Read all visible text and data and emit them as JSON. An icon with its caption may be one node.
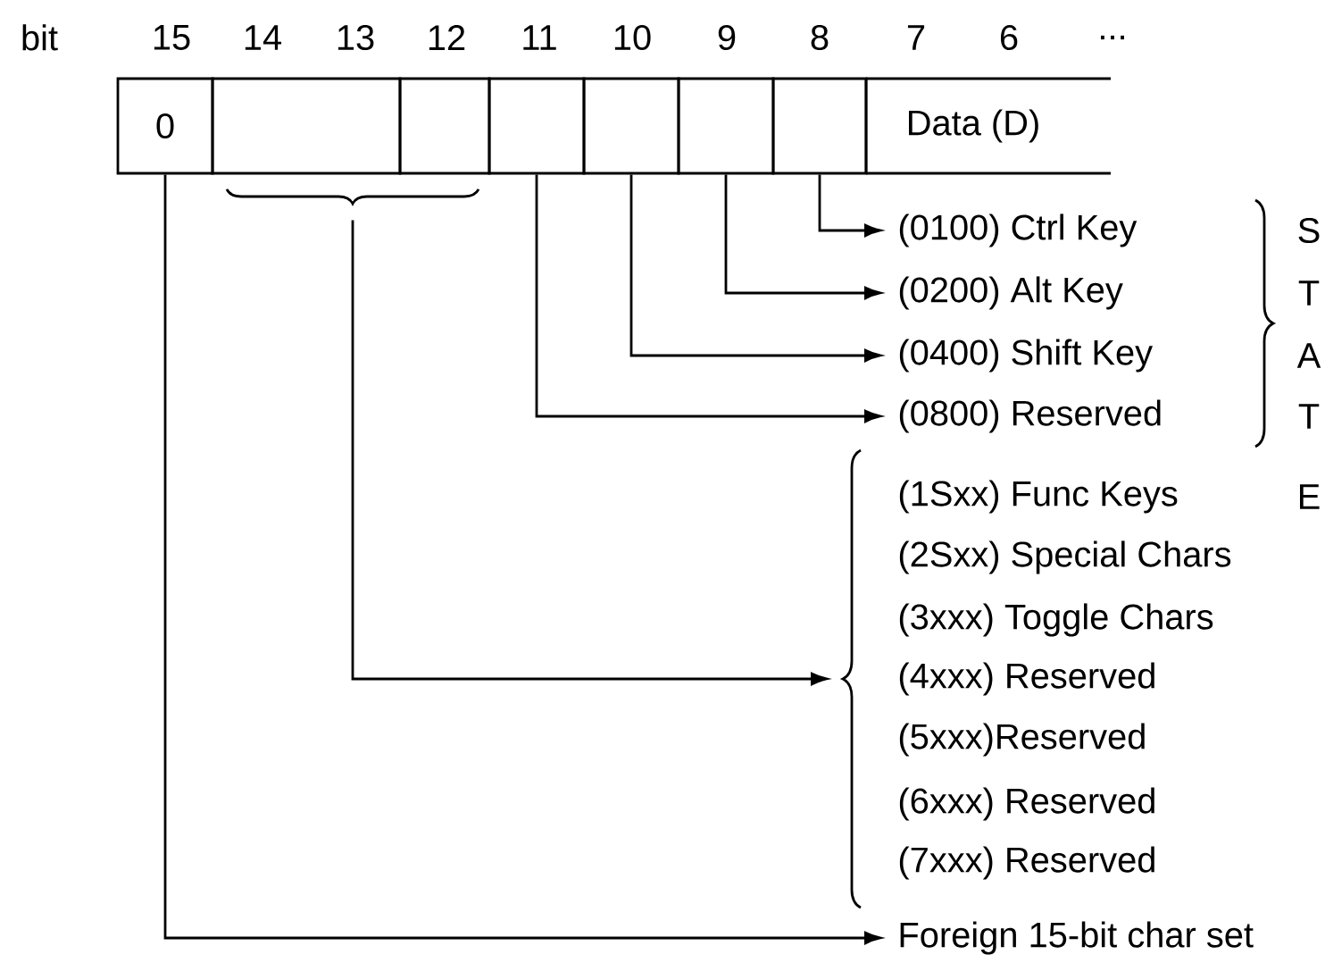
{
  "diagram": {
    "nodes": [
      {
        "text": [
          "0"
        ]
      },
      {
        "text": [],
        "shape": "box"
      },
      {
        "text": [],
        "shape": "box"
      },
      {
        "text": [],
        "shape": "box"
      },
      {
        "text": [],
        "shape": "box"
      },
      {
        "text": [],
        "shape": "box"
      },
      {
        "text": [],
        "shape": "box"
      },
      {
        "text": [
          "Data (D)"
        ]
      },
      {
        "text": [],
        "shape": "brace"
      },
      {
        "text": [
          "(0100) Ctrl Key"
        ]
      },
      {
        "text": [
          "(0200) Alt Key"
        ]
      },
      {
        "text": [
          "(0400) Shift Key"
        ]
      },
      {
        "text": [
          "(0800) Reserved"
        ]
      },
      {
        "text": [
          "(1Sxx) Func Keys"
        ]
      },
      {
        "text": [
          "(2Sxx) Special Chars"
        ]
      },
      {
        "text": [
          "(3xxx) Toggle Chars"
        ]
      },
      {
        "text": [
          "(4xxx) Reserved"
        ]
      },
      {
        "text": [
          "(5xxx)Reserved"
        ]
      },
      {
        "text": [
          "(6xxx) Reserved"
        ]
      },
      {
        "text": [
          "(7xxx) Reserved"
        ]
      },
      {
        "text": [
          "Foreign 15-bit char set"
        ]
      }
    ],
    "edges": [
      {
        "from": 6,
        "to": 9,
        "arrow": "to"
      },
      {
        "from": 5,
        "to": 10,
        "arrow": "to"
      },
      {
        "from": 4,
        "to": 11,
        "arrow": "to"
      },
      {
        "from": 3,
        "to": 12,
        "arrow": "to"
      },
      {
        "from": 8,
        "to": 16,
        "arrow": "to"
      },
      {
        "from": 0,
        "to": 20,
        "arrow": "to"
      }
    ],
    "labels": [
      "bit",
      "15",
      "14",
      "13",
      "12",
      "11",
      "10",
      "9",
      "8",
      "7",
      "6",
      "...",
      "S",
      "T",
      "A",
      "T",
      "E"
    ]
  }
}
